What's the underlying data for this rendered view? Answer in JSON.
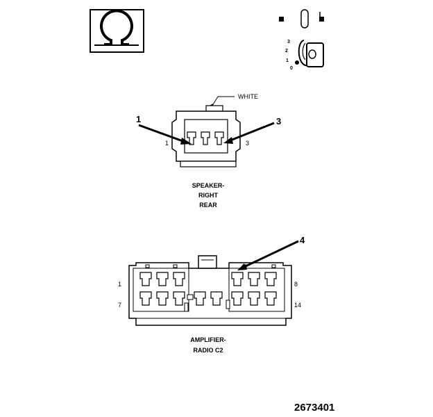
{
  "labels": {
    "wire_color": "WHITE",
    "speaker_caption": [
      "SPEAKER-",
      "RIGHT",
      "REAR"
    ],
    "amp_caption": [
      "AMPLIFIER-",
      "RADIO C2"
    ],
    "figure_number": "2673401"
  },
  "callouts": {
    "c1": "1",
    "c3": "3",
    "c4": "4"
  },
  "pins": {
    "speaker_left": "1",
    "speaker_right": "3",
    "amp_top_left": "1",
    "amp_top_right": "8",
    "amp_bottom_left": "7",
    "amp_bottom_right": "14"
  },
  "ignition_positions": [
    "3",
    "2",
    "1",
    "0"
  ],
  "icons": {
    "top_left": "ohm-symbol-icon",
    "top_right": "ignition-key-icon"
  }
}
